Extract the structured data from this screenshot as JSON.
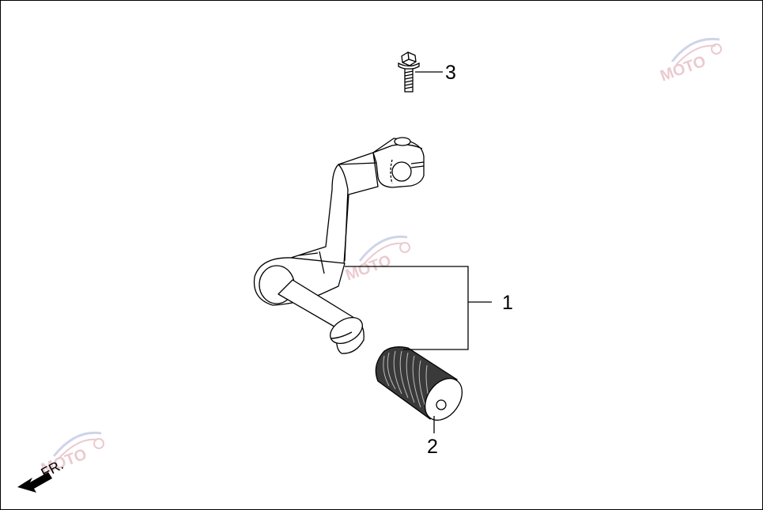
{
  "diagram": {
    "callouts": {
      "part1": "1",
      "part2": "2",
      "part3": "3"
    },
    "direction_label": "FR.",
    "watermark_text": "MOTO",
    "colors": {
      "line": "#000000",
      "background": "#ffffff",
      "watermark_red": "#d9a0a8",
      "watermark_blue": "#a9b2d6"
    }
  }
}
